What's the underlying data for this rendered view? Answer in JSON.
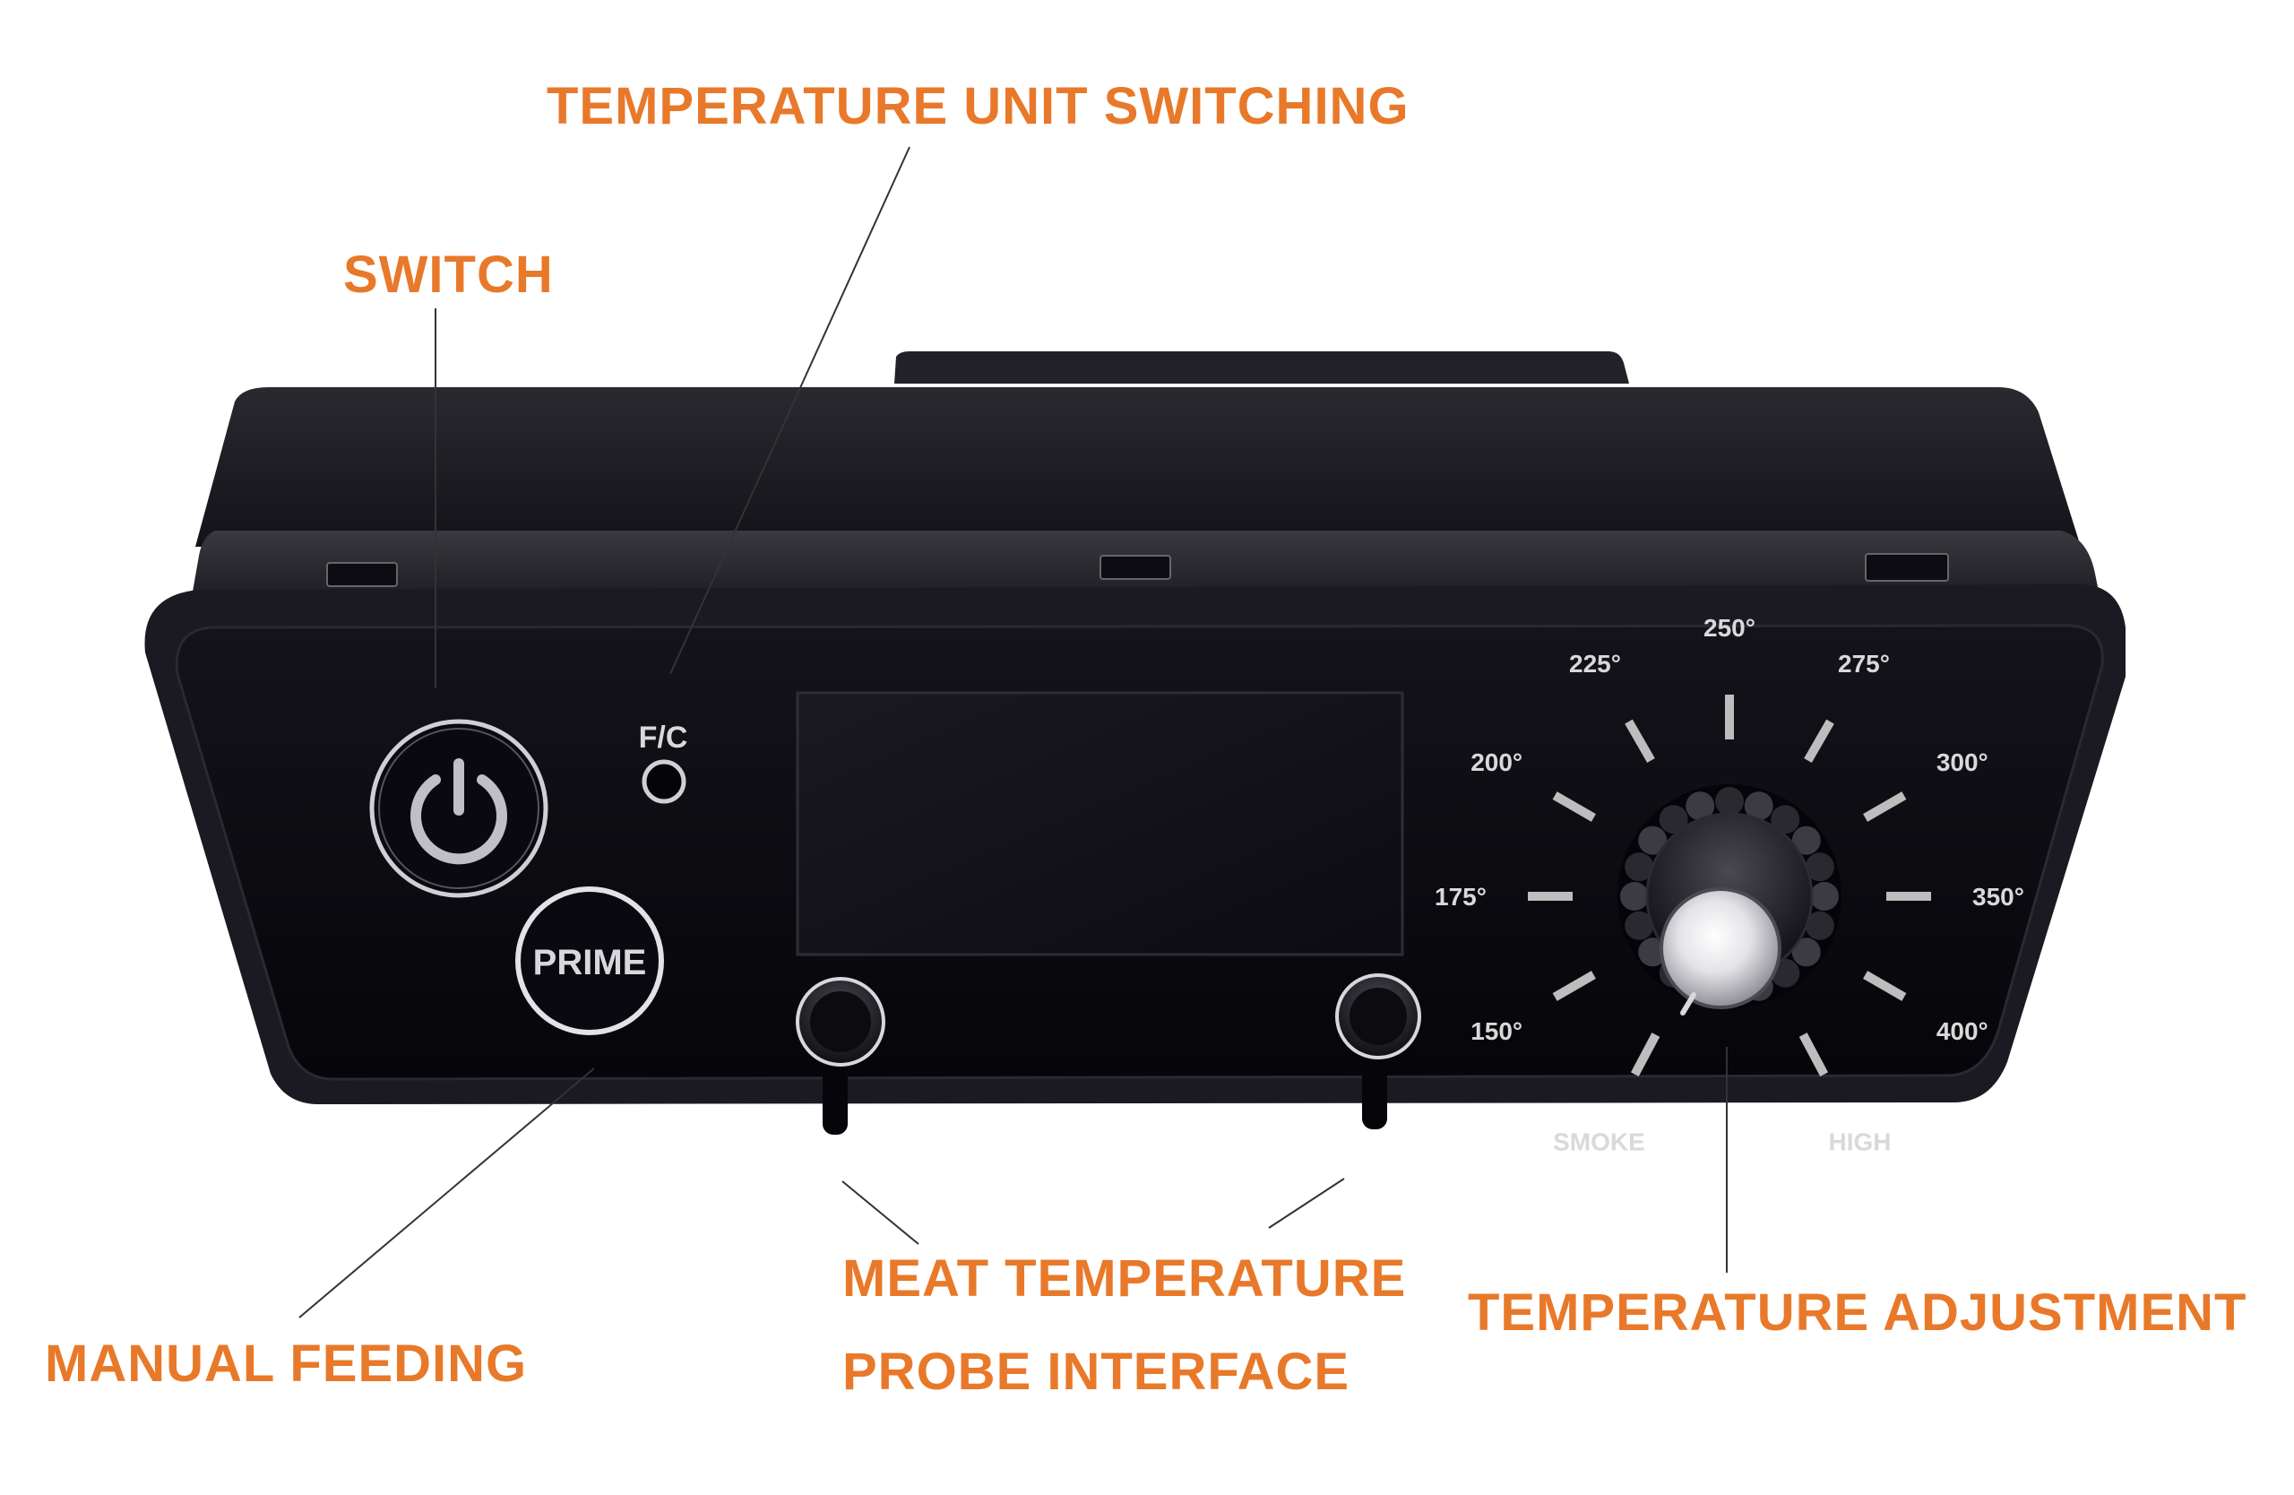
{
  "colors": {
    "callout": "#e8792a",
    "panel": "#0b0a10",
    "panel_edge": "#1b1a22",
    "dial_text": "#d9d9d9",
    "tick": "#bdbdbd",
    "leader": "#333333"
  },
  "callouts": {
    "temperature_unit_switching": "TEMPERATURE UNIT SWITCHING",
    "switch": "SWITCH",
    "meat_probe_line1": "MEAT TEMPERATURE",
    "meat_probe_line2": "PROBE INTERFACE",
    "temperature_adjustment": "TEMPERATURE ADJUSTMENT",
    "manual_feeding": "MANUAL FEEDING"
  },
  "controller": {
    "power_button_icon": "power-icon",
    "prime_label": "PRIME",
    "unit_label": "F/C",
    "dial_labels": [
      "SMOKE",
      "150°",
      "175°",
      "200°",
      "225°",
      "250°",
      "275°",
      "300°",
      "350°",
      "400°",
      "HIGH"
    ]
  }
}
